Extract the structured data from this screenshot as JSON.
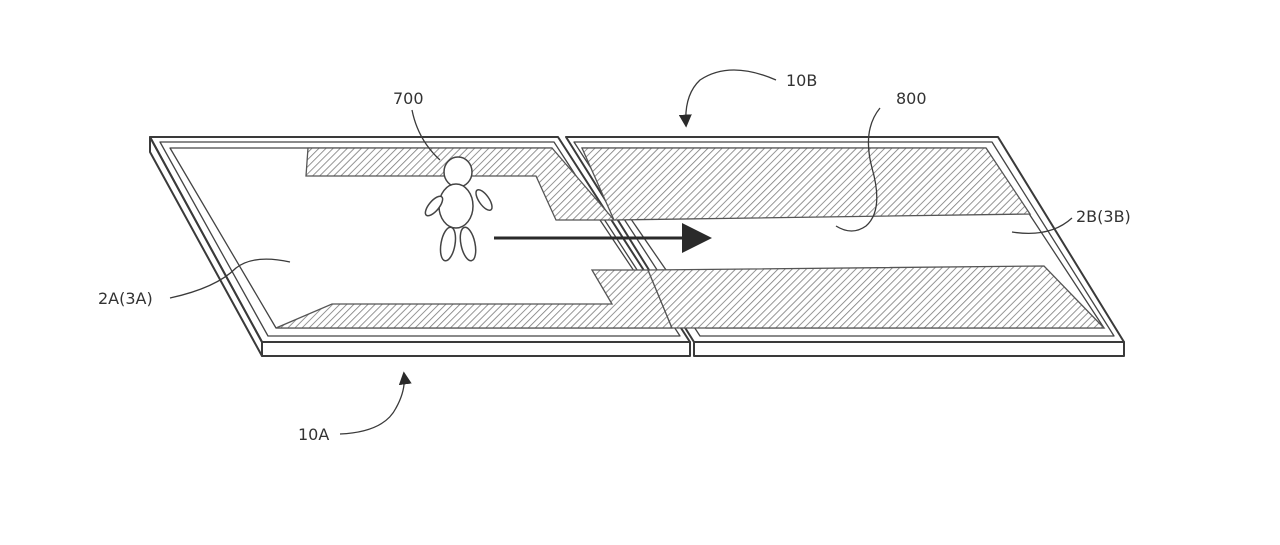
{
  "labels": {
    "person": "700",
    "device_b": "10B",
    "image_b": "800",
    "screen_b": "2B(3B)",
    "screen_a": "2A(3A)",
    "device_a": "10A"
  }
}
